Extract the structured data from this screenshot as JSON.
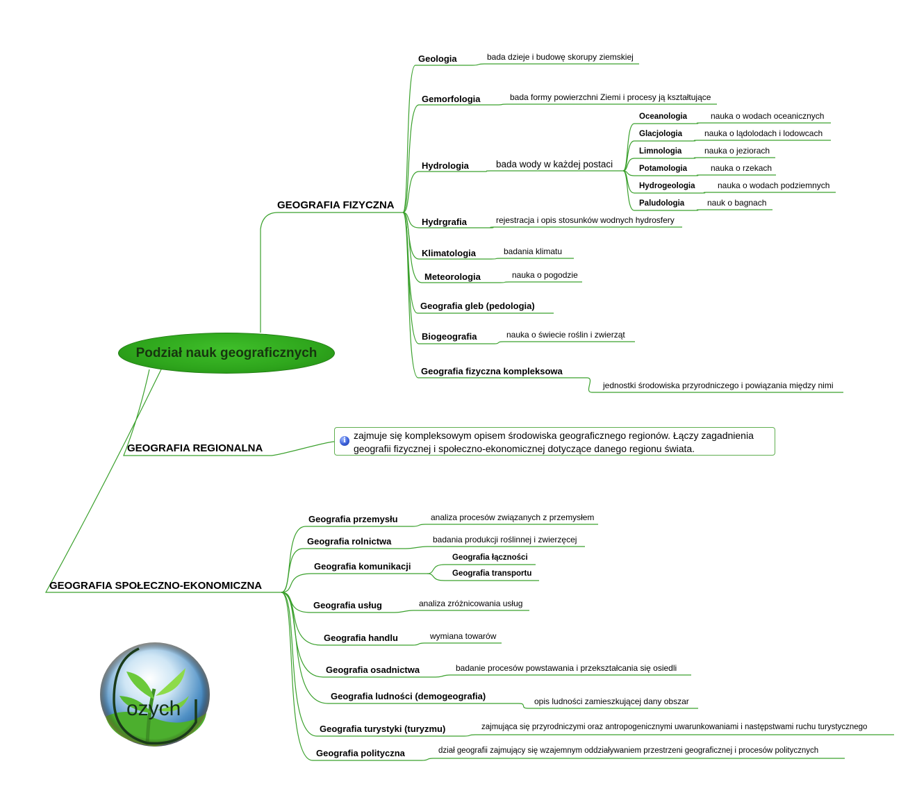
{
  "root": "Podział nauk geograficznych",
  "colors": {
    "line": "#3aa02c",
    "root_fill": "#2ea51c",
    "note_border": "#5fae4f"
  },
  "physical": {
    "title": "GEOGRAFIA FIZYCZNA",
    "items": [
      {
        "name": "Geologia",
        "desc": "bada dzieje i budowę skorupy ziemskiej"
      },
      {
        "name": "Gemorfologia",
        "desc": "bada formy powierzchni Ziemi i procesy ją kształtujące"
      },
      {
        "name": "Hydrologia",
        "desc": "bada wody w każdej postaci"
      },
      {
        "name": "Hydrgrafia",
        "desc": "rejestracja i opis stosunków wodnych hydrosfery"
      },
      {
        "name": "Klimatologia",
        "desc": "badania klimatu"
      },
      {
        "name": "Meteorologia",
        "desc": "nauka o pogodzie"
      },
      {
        "name": "Geografia gleb (pedologia)",
        "desc": ""
      },
      {
        "name": "Biogeografia",
        "desc": "nauka o świecie roślin i zwierząt"
      },
      {
        "name": "Geografia fizyczna kompleksowa",
        "desc": "jednostki środowiska przyrodniczego i powiązania między nimi"
      }
    ],
    "hydro": [
      {
        "name": "Oceanologia",
        "desc": "nauka o wodach oceanicznych"
      },
      {
        "name": "Glacjologia",
        "desc": "nauka o lądolodach i lodowcach"
      },
      {
        "name": "Limnologia",
        "desc": "nauka o jeziorach"
      },
      {
        "name": "Potamologia",
        "desc": "nauka o rzekach"
      },
      {
        "name": "Hydrogeologia",
        "desc": "nauka o wodach podziemnych"
      },
      {
        "name": "Paludologia",
        "desc": "nauk o bagnach"
      }
    ]
  },
  "regional": {
    "title": "GEOGRAFIA REGIONALNA",
    "note": "zajmuje się kompleksowym opisem środowiska geograficznego regionów. Łączy zagadnienia geografii fizycznej i społeczno-ekonomicznej dotyczące danego regionu świata.",
    "note_icon": "info-icon"
  },
  "socio": {
    "title": "GEOGRAFIA SPOŁECZNO-EKONOMICZNA",
    "items": [
      {
        "name": "Geografia przemysłu",
        "desc": "analiza procesów związanych z przemysłem"
      },
      {
        "name": "Geografia rolnictwa",
        "desc": "badania produkcji roślinnej i zwierzęcej"
      },
      {
        "name": "Geografia komunikacji",
        "desc": ""
      },
      {
        "name": "Geografia usług",
        "desc": "analiza zróżnicowania usług"
      },
      {
        "name": "Geografia handlu",
        "desc": "wymiana towarów"
      },
      {
        "name": "Geografia osadnictwa",
        "desc": "badanie procesów powstawania i przekształcania się osiedli"
      },
      {
        "name": "Geografia ludności  (demogeografia)",
        "desc": "opis ludności zamieszkującej dany obszar"
      },
      {
        "name": "Geografia turystyki (turyzmu)",
        "desc": "zajmująca się przyrodniczymi oraz antropogenicznymi uwarunkowaniami i następstwami ruchu turystycznego"
      },
      {
        "name": "Geografia polityczna",
        "desc": "dział geografii zajmujący się wzajemnym oddziaływaniem przestrzeni geograficznej i procesów politycznych"
      }
    ],
    "komunikacja": [
      {
        "name": "Geografia łączności"
      },
      {
        "name": "Geografia transportu"
      }
    ]
  },
  "logo": {
    "text": "ozych",
    "icon": "plant-globe-logo"
  }
}
